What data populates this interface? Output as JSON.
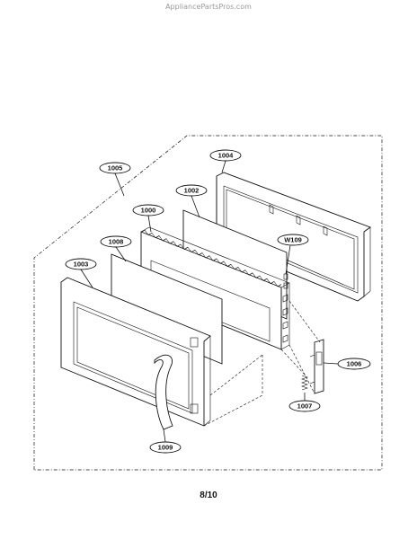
{
  "watermark": "AppliancePartsPros.com",
  "page_number": "8/10",
  "callouts": [
    {
      "id": "1004",
      "text": "1004"
    },
    {
      "id": "1005",
      "text": "1005"
    },
    {
      "id": "1002",
      "text": "1002"
    },
    {
      "id": "1000",
      "text": "1000"
    },
    {
      "id": "1008",
      "text": "1008"
    },
    {
      "id": "W109",
      "text": "W109"
    },
    {
      "id": "1003",
      "text": "1003"
    },
    {
      "id": "1006",
      "text": "1006"
    },
    {
      "id": "1007",
      "text": "1007"
    },
    {
      "id": "1009",
      "text": "1009"
    }
  ]
}
